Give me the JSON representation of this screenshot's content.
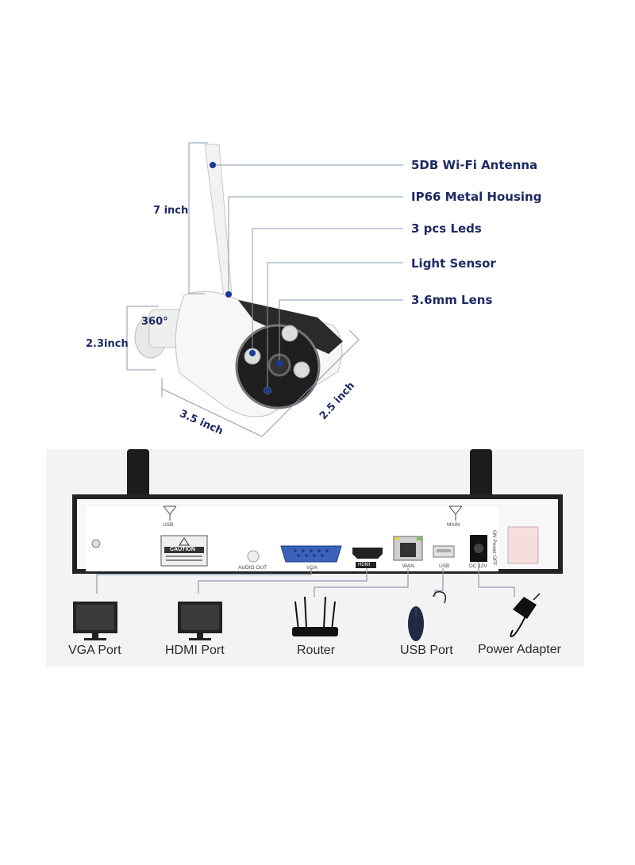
{
  "camera": {
    "callouts": [
      "5DB Wi-Fi Antenna",
      "IP66 Metal Housing",
      "3 pcs Leds",
      "Light Sensor",
      "3.6mm Lens"
    ],
    "dimensions": {
      "height": "7 inch",
      "width": "2.3inch",
      "length": "3.5 inch",
      "depth": "2.5 inch",
      "rotation": "360°"
    }
  },
  "nvr": {
    "antenna_labels": {
      "left": "USB",
      "right": "MAIN"
    },
    "caution": "CAUTION",
    "port_labels": {
      "audio": "AUDIO OUT",
      "vga": "VGA",
      "hdmi": "HDMI",
      "wan": "WAN",
      "usb": "USB",
      "dc": "DC 12V",
      "power_switch": "ON Power OFF"
    }
  },
  "devices": [
    "VGA Port",
    "HDMI Port",
    "Router",
    "USB Port",
    "Power Adapter"
  ],
  "colors": {
    "callout_text": "#1e2a63",
    "callout_dot": "#1a3a9a",
    "leader": "#8a9ab0",
    "device_label": "#2a2a2a"
  }
}
